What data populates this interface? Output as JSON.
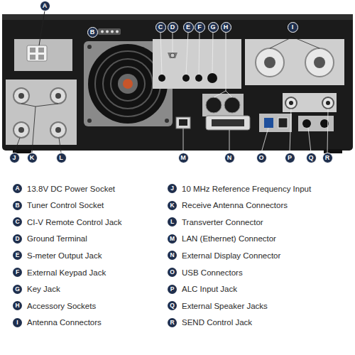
{
  "diagram": {
    "nodes": [
      {
        "text": [
          "A"
        ]
      },
      {
        "text": [
          "B"
        ]
      },
      {
        "text": [
          "C"
        ]
      },
      {
        "text": [
          "D"
        ]
      },
      {
        "text": [
          "E"
        ]
      },
      {
        "text": [
          "F"
        ]
      },
      {
        "text": [
          "G"
        ]
      },
      {
        "text": [
          "H"
        ]
      },
      {
        "text": [
          "I"
        ]
      },
      {
        "text": [
          "J"
        ]
      },
      {
        "text": [
          "K"
        ]
      },
      {
        "text": [
          "L"
        ]
      },
      {
        "text": [
          "M"
        ]
      },
      {
        "text": [
          "N"
        ]
      },
      {
        "text": [
          "O"
        ]
      },
      {
        "text": [
          "P"
        ]
      },
      {
        "text": [
          "Q"
        ]
      },
      {
        "text": [
          "R"
        ]
      },
      {
        "text": [
          "A",
          "13.8V DC Power Socket"
        ]
      },
      {
        "text": [
          "B",
          "Tuner Control Socket"
        ]
      },
      {
        "text": [
          "C",
          "CI-V Remote Control Jack"
        ]
      },
      {
        "text": [
          "D",
          "Ground Terminal"
        ]
      },
      {
        "text": [
          "E",
          "S-meter Output Jack"
        ]
      },
      {
        "text": [
          "F",
          "External Keypad Jack"
        ]
      },
      {
        "text": [
          "G",
          "Key Jack"
        ]
      },
      {
        "text": [
          "H",
          "Accessory Sockets"
        ]
      },
      {
        "text": [
          "I",
          "Antenna Connectors"
        ]
      },
      {
        "text": [
          "J",
          "10 MHz Reference Frequency Input"
        ]
      },
      {
        "text": [
          "K",
          "Receive Antenna Connectors"
        ]
      },
      {
        "text": [
          "L",
          "Transverter Connector"
        ]
      },
      {
        "text": [
          "M",
          "LAN (Ethernet) Connector"
        ]
      },
      {
        "text": [
          "N",
          "External Display Connector"
        ]
      },
      {
        "text": [
          "O",
          "USB Connectors"
        ]
      },
      {
        "text": [
          "P",
          "ALC Input Jack"
        ]
      },
      {
        "text": [
          "Q",
          "External Speaker Jacks"
        ]
      },
      {
        "text": [
          "R",
          "SEND Control Jack"
        ]
      }
    ]
  }
}
